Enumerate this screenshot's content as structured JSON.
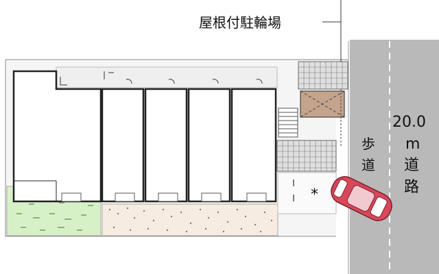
{
  "labels": {
    "bicycle_parking": "屋根付駐輪場",
    "sidewalk_char1": "歩",
    "sidewalk_char2": "道",
    "road_width": "20.0",
    "road_unit": "m",
    "road_char1": "道",
    "road_char2": "路",
    "marker": "*"
  },
  "colors": {
    "building_fill": "#ffffff",
    "building_outline": "#222222",
    "corridor": "#efefef",
    "road": "#b9b9b9",
    "lawn": "#d8f0c8",
    "gravel": "#f7ece2",
    "grating": "#e0e0e0",
    "bike_roof": "#c4a48c",
    "car_body": "#d8475a"
  },
  "units": [
    "unit-1",
    "unit-2",
    "unit-3",
    "unit-4",
    "unit-5"
  ]
}
